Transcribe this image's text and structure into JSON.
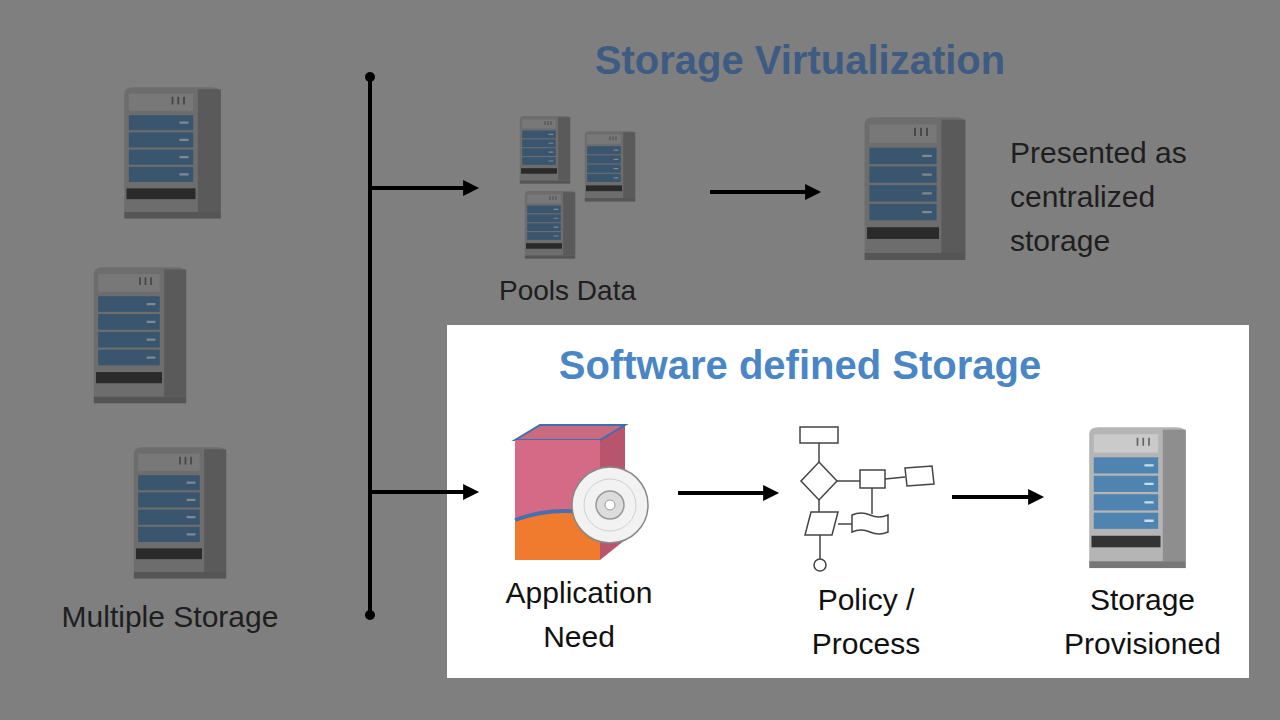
{
  "diagram": {
    "title": "Storage Virtualization",
    "nodes": [
      {
        "text": [
          "Multiple Storage"
        ]
      },
      {
        "text": [
          "Pools Data"
        ]
      },
      {
        "text": [
          "Presented as centralized storage"
        ]
      },
      {
        "text": [
          "Software defined Storage"
        ]
      },
      {
        "text": [
          "Application Need"
        ],
        "in": 3
      },
      {
        "text": [
          "Policy / Process"
        ],
        "in": 3
      },
      {
        "text": [
          "Storage Provisioned"
        ],
        "in": 3
      }
    ],
    "edges": [
      {
        "from": 0,
        "to": 1,
        "arrow": "to"
      },
      {
        "from": 1,
        "to": 2,
        "arrow": "to"
      },
      {
        "from": 0,
        "to": 4,
        "arrow": "to"
      },
      {
        "from": 4,
        "to": 5,
        "arrow": "to"
      },
      {
        "from": 5,
        "to": 6,
        "arrow": "to"
      }
    ]
  }
}
